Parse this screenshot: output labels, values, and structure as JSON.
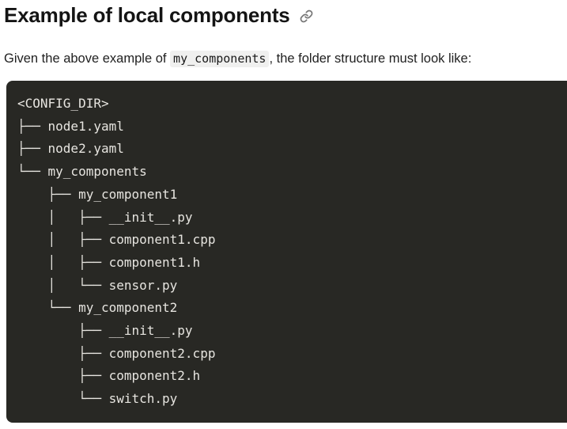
{
  "heading": {
    "title": "Example of local components"
  },
  "icons": {
    "anchor": "chain-link-icon"
  },
  "paragraph": {
    "prefix": "Given the above example of ",
    "inline_code": "my_components",
    "suffix": ", the folder structure must look like:"
  },
  "code_block": {
    "lines": [
      "<CONFIG_DIR>",
      "├── node1.yaml",
      "├── node2.yaml",
      "└── my_components",
      "    ├── my_component1",
      "    │   ├── __init__.py",
      "    │   ├── component1.cpp",
      "    │   ├── component1.h",
      "    │   └── sensor.py",
      "    └── my_component2",
      "        ├── __init__.py",
      "        ├── component2.cpp",
      "        ├── component2.h",
      "        └── switch.py"
    ]
  },
  "colors": {
    "code_background": "#282824",
    "code_text": "#e7e5e0",
    "inline_code_background": "#f0f0ef",
    "heading_text": "#141414",
    "body_text": "#212121",
    "anchor_icon": "#767676"
  }
}
